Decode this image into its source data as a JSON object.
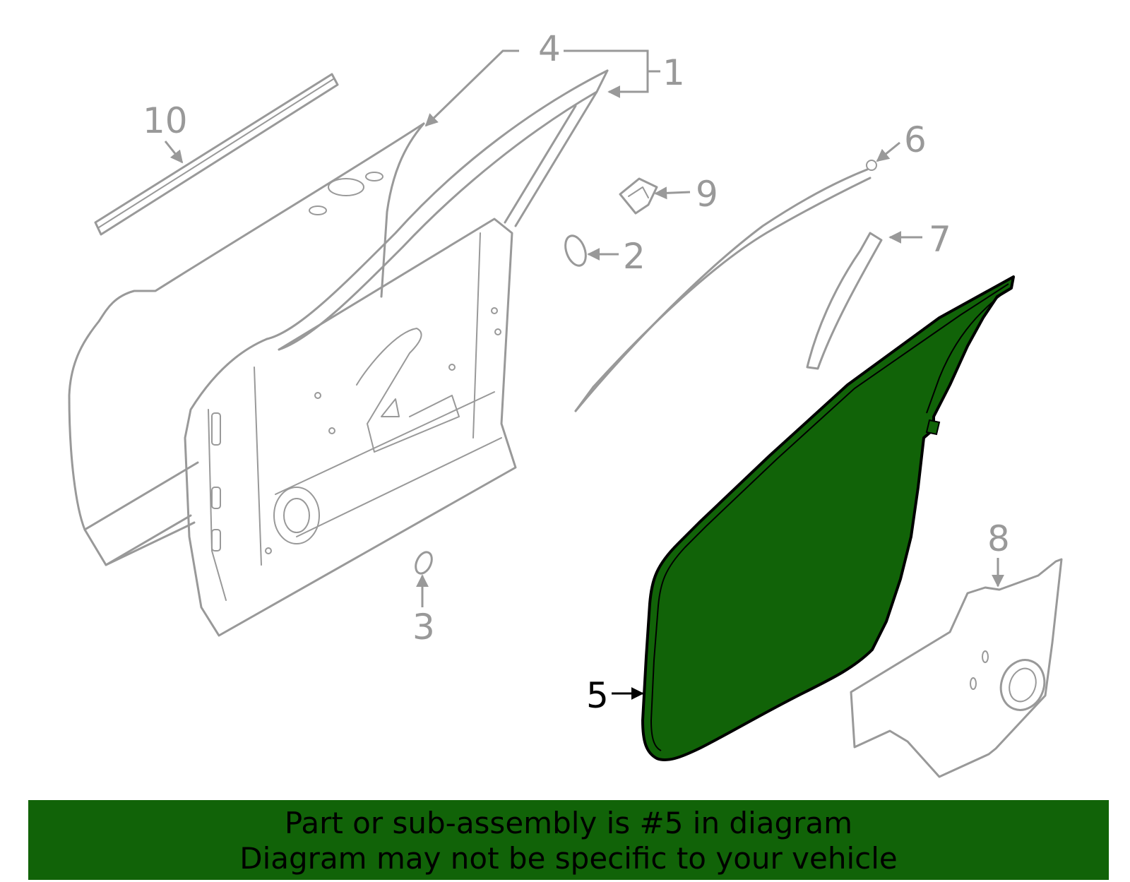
{
  "colors": {
    "highlight": "#116308",
    "outline_gray": "#999999",
    "label_highlight": "#000000",
    "banner_background": "#116308"
  },
  "callouts": {
    "c1": "1",
    "c2": "2",
    "c3": "3",
    "c4": "4",
    "c5": "5",
    "c6": "6",
    "c7": "7",
    "c8": "8",
    "c9": "9",
    "c10": "10"
  },
  "highlighted_part": "5",
  "banner": {
    "line1": "Part or sub-assembly is #5 in diagram",
    "line2": "Diagram may not be specific to your vehicle"
  }
}
